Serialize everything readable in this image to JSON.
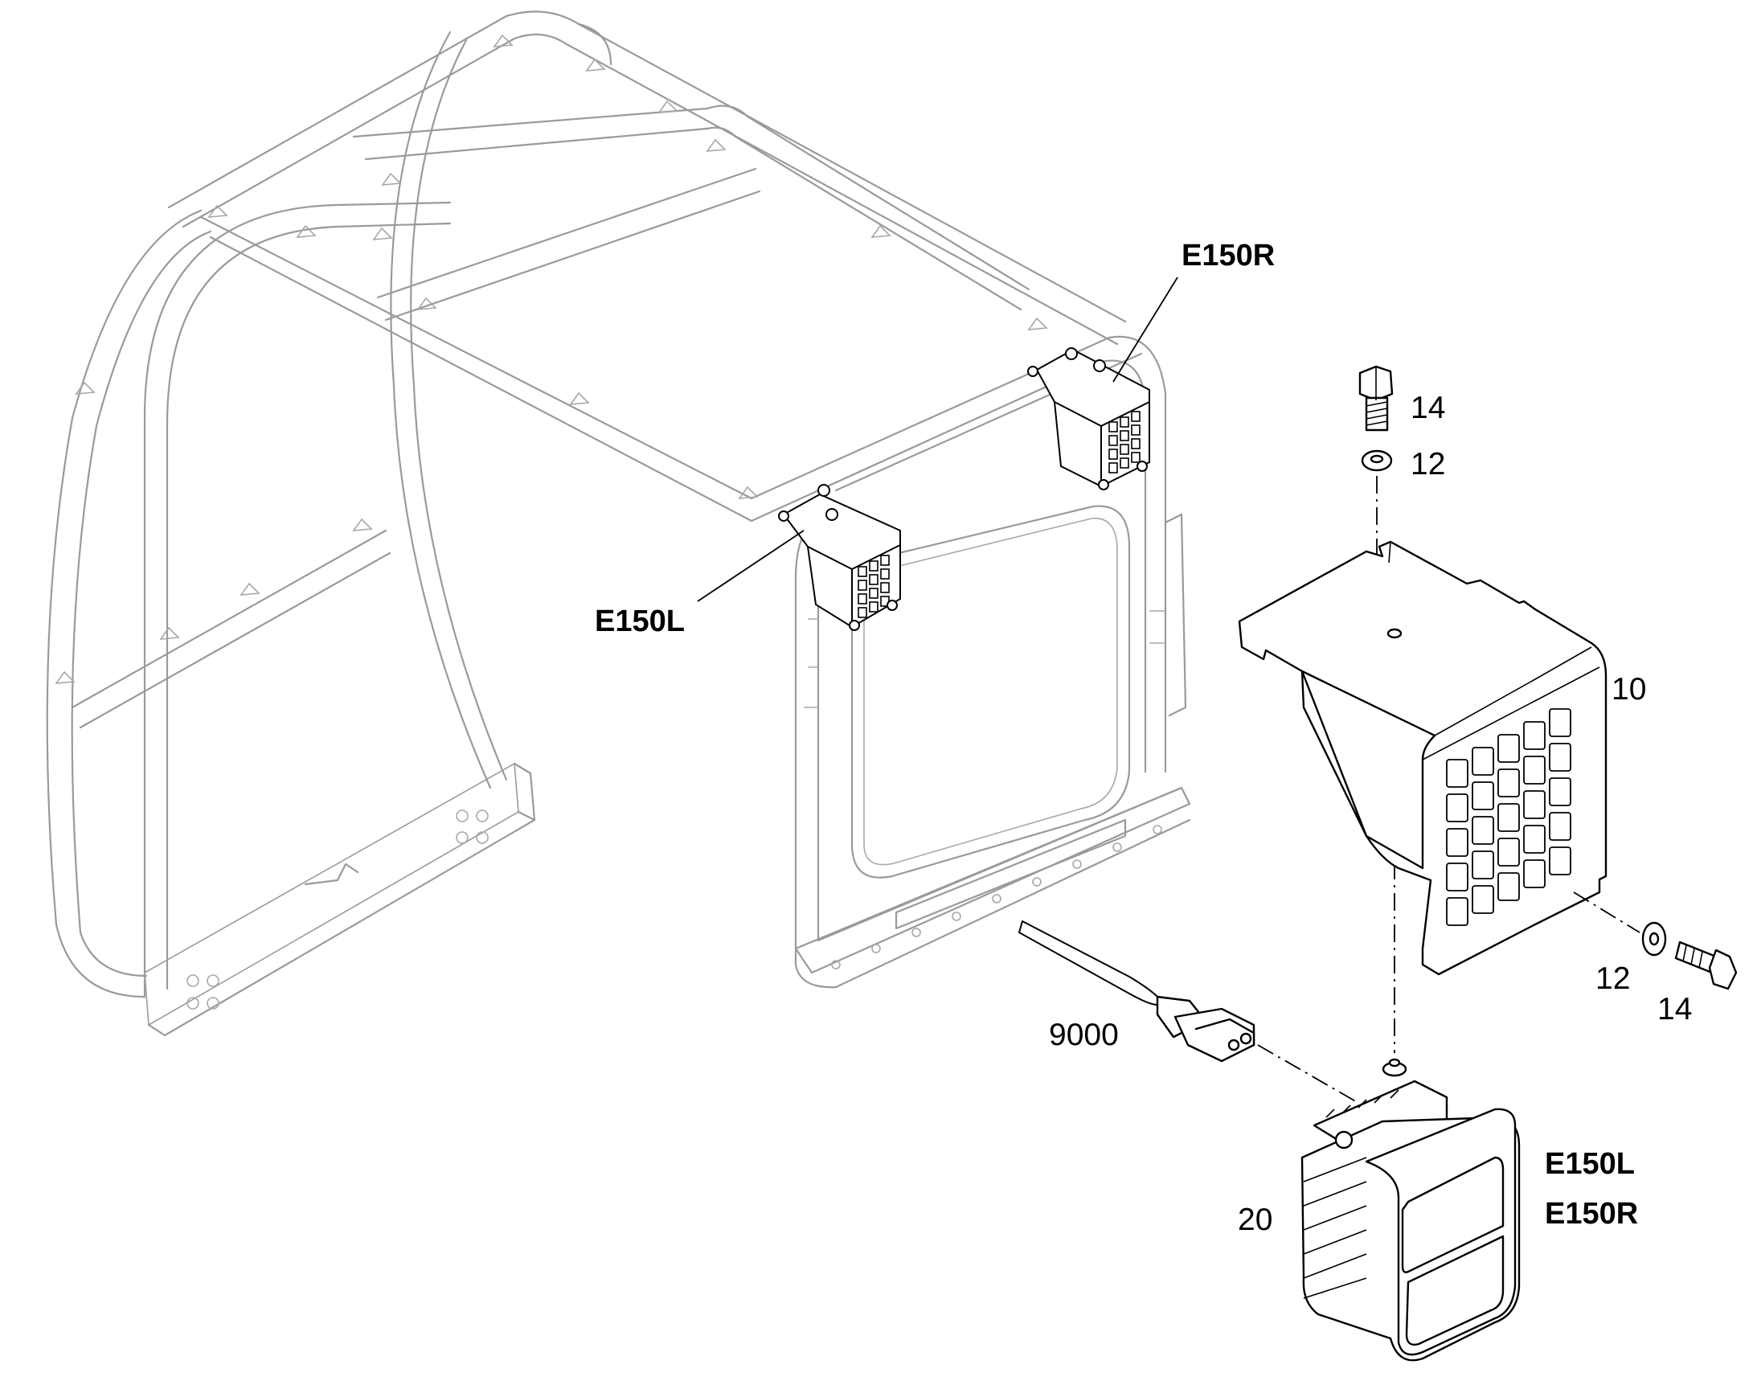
{
  "callouts": {
    "e150r_top": "E150R",
    "e150l_mid": "E150L",
    "bolt_top": "14",
    "washer_top": "12",
    "guard": "10",
    "washer_side": "12",
    "bolt_side": "14",
    "harness": "9000",
    "lamp": "20",
    "lamp_code_l": "E150L",
    "lamp_code_r": "E150R"
  }
}
